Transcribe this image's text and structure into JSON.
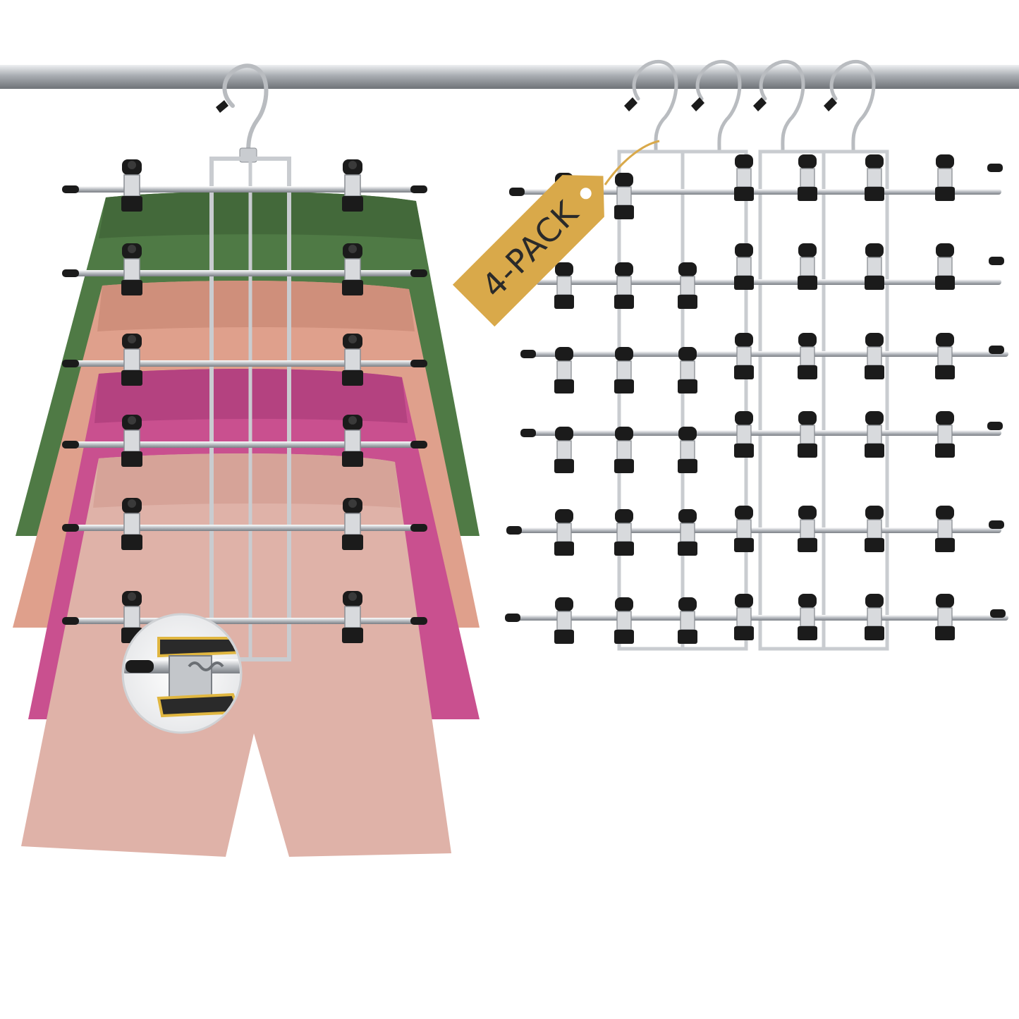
{
  "tag": {
    "label": "4-PACK",
    "color": "#d9a94a"
  },
  "colors": {
    "rod": "#b9bcc0",
    "chrome": "#c9ccd0",
    "clip": "#1b1b1b",
    "shorts": [
      "#4f7a45",
      "#dfa08c",
      "#c9508f",
      "#dfb2a8"
    ]
  },
  "product": {
    "pack_count": 4,
    "tiers_per_hanger": 6,
    "clips_per_tier": 2
  }
}
